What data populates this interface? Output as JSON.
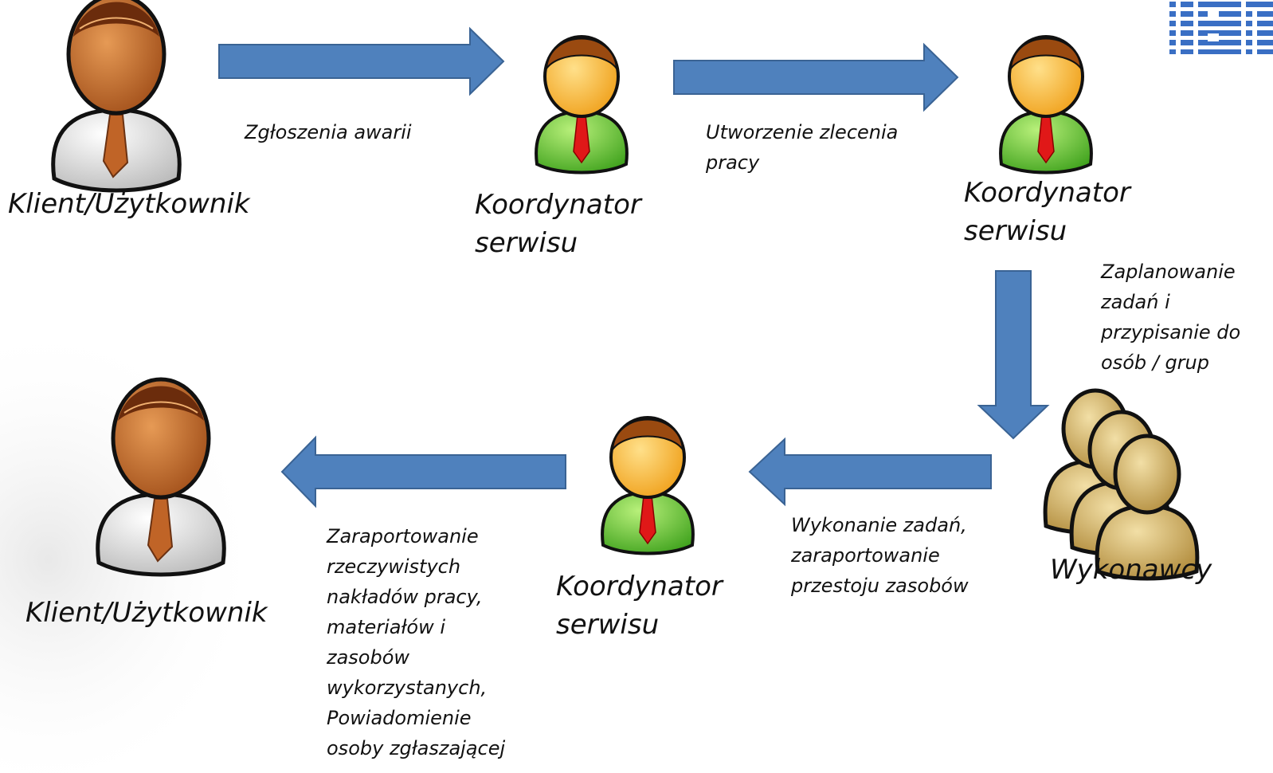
{
  "logo": {
    "name": "ibm-logo",
    "text": "IBM",
    "color": "#3a6fc4"
  },
  "colors": {
    "arrow_fill": "#4f81bd",
    "arrow_stroke": "#3a6394"
  },
  "nodes": {
    "client_top": {
      "label": "Klient/Użytkownik",
      "icon": "person-brown-icon"
    },
    "coordinator_1": {
      "label_line1": "Koordynator",
      "label_line2": "serwisu",
      "icon": "person-green-icon"
    },
    "coordinator_2": {
      "label_line1": "Koordynator",
      "label_line2": "serwisu",
      "icon": "person-green-icon"
    },
    "contractors": {
      "label": "Wykonawcy",
      "icon": "group-tan-icon"
    },
    "coordinator_3": {
      "label_line1": "Koordynator",
      "label_line2": "serwisu",
      "icon": "person-green-icon"
    },
    "client_bottom": {
      "label": "Klient/Użytkownik",
      "icon": "person-brown-icon"
    }
  },
  "edges": {
    "failure_report": {
      "label": "Zgłoszenia awarii"
    },
    "work_order": {
      "lines": [
        "Utworzenie zlecenia",
        "pracy"
      ]
    },
    "planning": {
      "lines": [
        "Zaplanowanie",
        "zadań i",
        "przypisanie do",
        "osób / grup"
      ]
    },
    "execution": {
      "lines": [
        "Wykonanie zadań,",
        "zaraportowanie",
        "przestoju zasobów"
      ]
    },
    "reporting": {
      "lines": [
        "Zaraportowanie",
        "rzeczywistych",
        "nakładów pracy,",
        "materiałów i",
        "zasobów",
        "wykorzystanych,",
        "Powiadomienie",
        "osoby zgłaszającej"
      ]
    }
  }
}
